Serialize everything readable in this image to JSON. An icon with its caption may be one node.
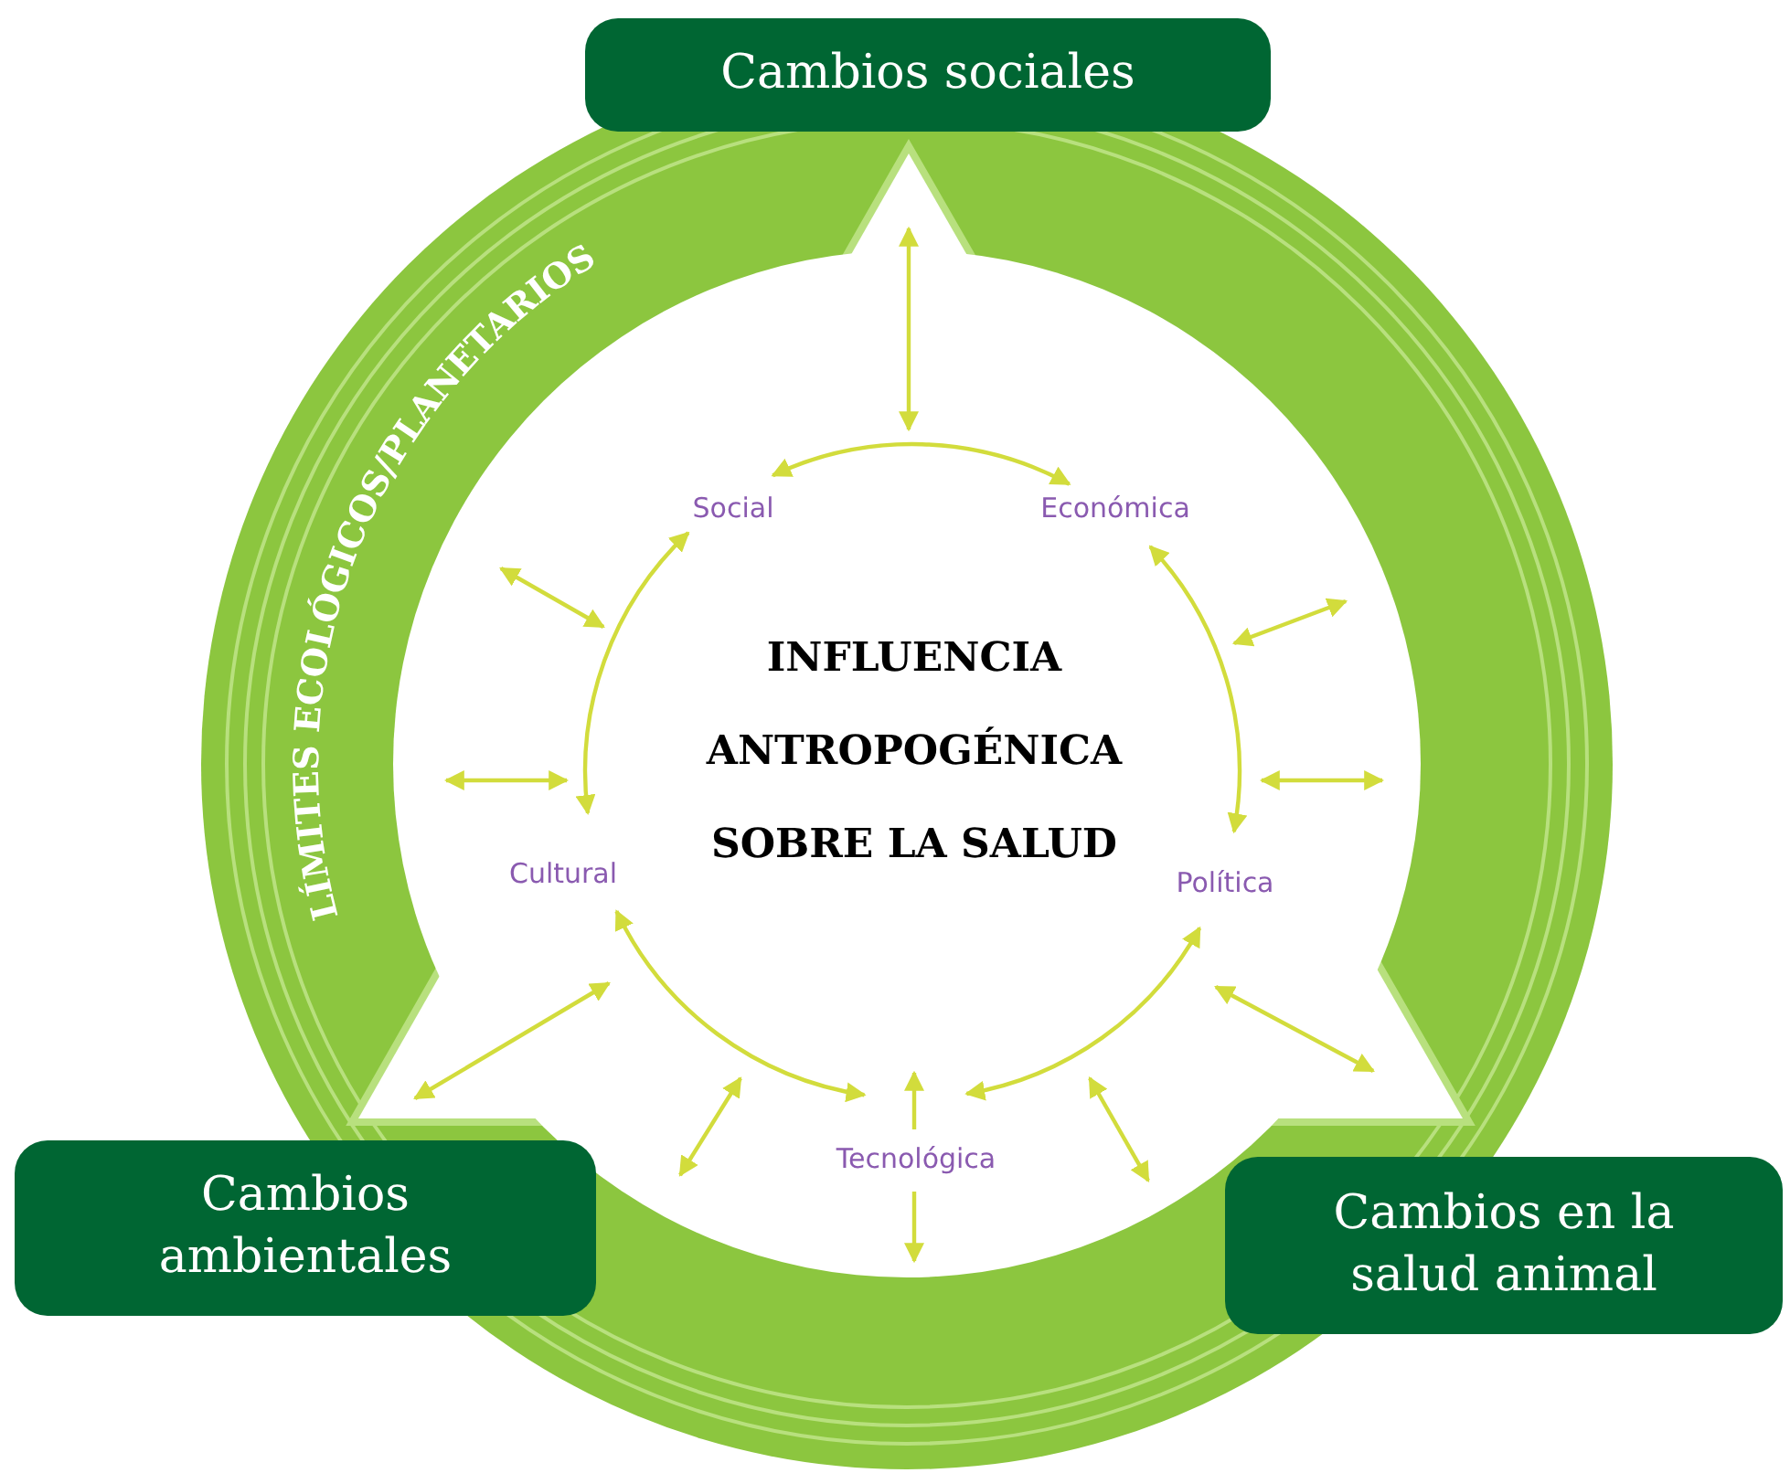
{
  "diagram": {
    "nodes": [
      {
        "text": [
          "Cambios sociales"
        ]
      },
      {
        "text": [
          "Cambios ambientales"
        ]
      },
      {
        "text": [
          "Cambios en la salud animal"
        ]
      },
      {
        "text": [
          "Social"
        ]
      },
      {
        "text": [
          "Económica"
        ]
      },
      {
        "text": [
          "Política"
        ]
      },
      {
        "text": [
          "Tecnológica"
        ]
      },
      {
        "text": [
          "Cultural"
        ]
      }
    ],
    "edges": [
      {
        "from": 3,
        "to": 4,
        "arrow": "both"
      },
      {
        "from": 4,
        "to": 5,
        "arrow": "both"
      },
      {
        "from": 5,
        "to": 6,
        "arrow": "both"
      },
      {
        "from": 6,
        "to": 7,
        "arrow": "both"
      },
      {
        "from": 7,
        "to": 3,
        "arrow": "both"
      }
    ],
    "labels": [
      "LÍMITES ECOLÓGICOS/PLANETARIOS",
      "INFLUENCIA ANTROPOGÉNICA SOBRE LA SALUD"
    ]
  }
}
